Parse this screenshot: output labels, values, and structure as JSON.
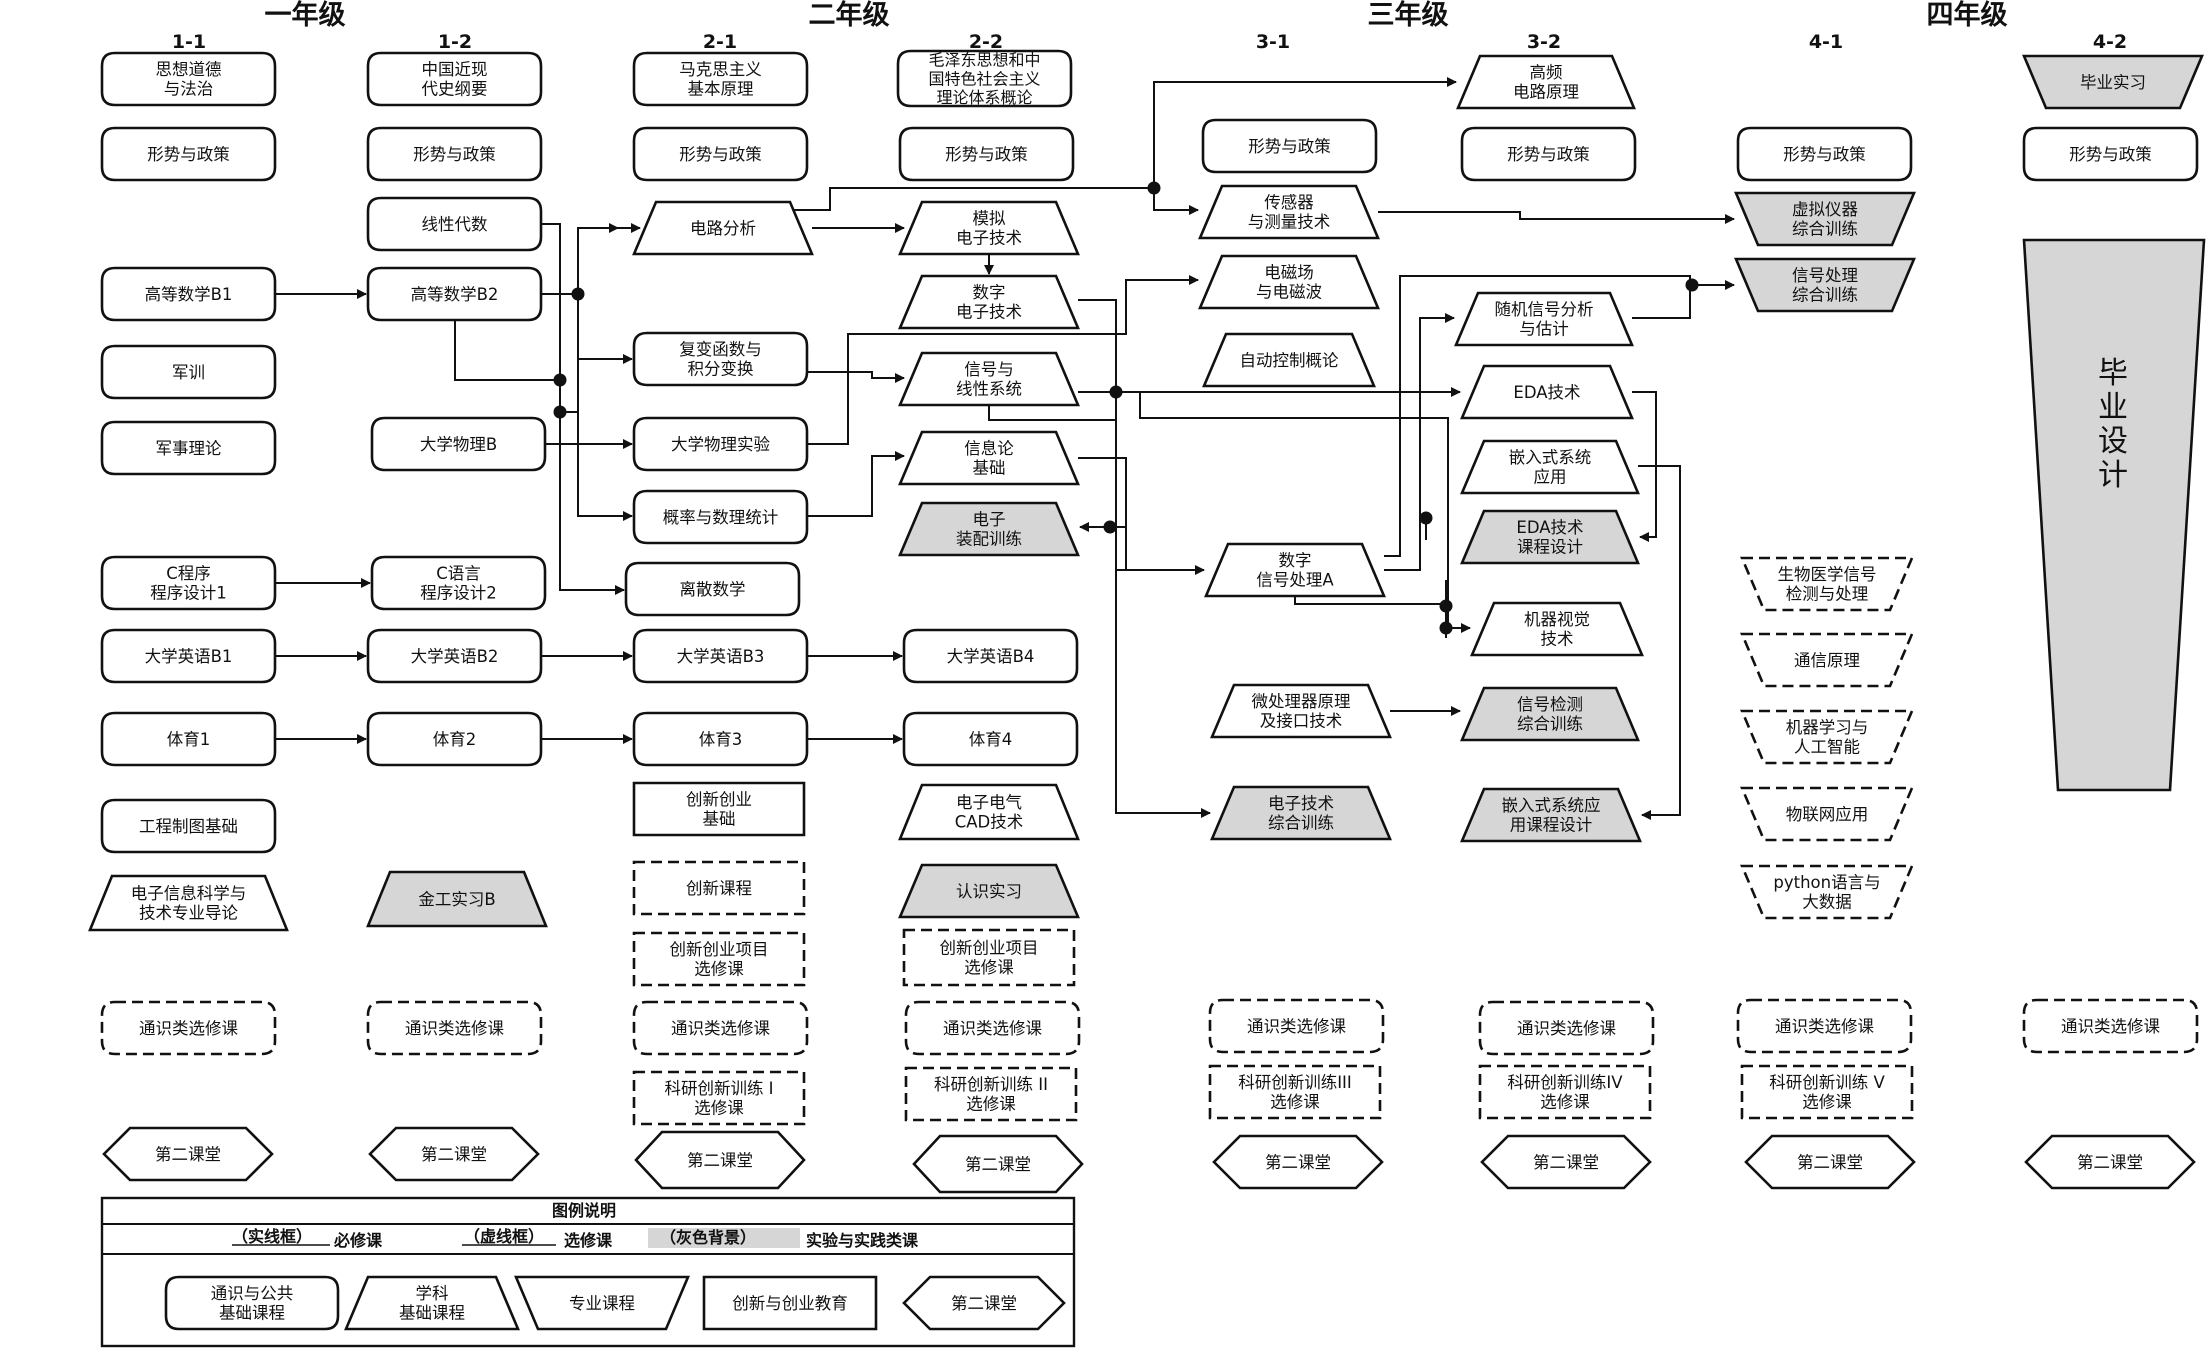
{
  "years": [
    "一年级",
    "二年级",
    "三年级",
    "四年级"
  ],
  "semesters": [
    "1-1",
    "1-2",
    "2-1",
    "2-2",
    "3-1",
    "3-2",
    "4-1",
    "4-2"
  ],
  "courses": {
    "c1_1": "思想道德\n与法治",
    "c1_2": "形势与政策",
    "c1_3": "高等数学B1",
    "c1_4": "军训",
    "c1_5": "军事理论",
    "c1_6": "C程序\n程序设计1",
    "c1_7": "大学英语B1",
    "c1_8": "体育1",
    "c1_9": "工程制图基础",
    "c1_10": "电子信息科学与\n技术专业导论",
    "c1_11": "通识类选修课",
    "c1_12": "第二课堂",
    "c2_1": "中国近现\n代史纲要",
    "c2_2": "形势与政策",
    "c2_3": "线性代数",
    "c2_4": "高等数学B2",
    "c2_5": "大学物理B",
    "c2_6": "C语言\n程序设计2",
    "c2_7": "大学英语B2",
    "c2_8": "体育2",
    "c2_9": "金工实习B",
    "c2_10": "通识类选修课",
    "c2_11": "第二课堂",
    "c3_1": "马克思主义\n基本原理",
    "c3_2": "形势与政策",
    "c3_3": "电路分析",
    "c3_4": "复变函数与\n积分变换",
    "c3_5": "大学物理实验",
    "c3_6": "概率与数理统计",
    "c3_7": "离散数学",
    "c3_8": "大学英语B3",
    "c3_9": "体育3",
    "c3_10": "创新创业\n基础",
    "c3_11": "创新课程",
    "c3_12": "创新创业项目\n选修课",
    "c3_13": "通识类选修课",
    "c3_14": "科研创新训练 I\n选修课",
    "c3_15": "第二课堂",
    "c4_1": "毛泽东思想和中\n国特色社会主义\n理论体系概论",
    "c4_2": "形势与政策",
    "c4_3": "模拟\n电子技术",
    "c4_4": "数字\n电子技术",
    "c4_5": "信号与\n线性系统",
    "c4_6": "信息论\n基础",
    "c4_7": "电子\n装配训练",
    "c4_8": "大学英语B4",
    "c4_9": "体育4",
    "c4_10": "电子电气\nCAD技术",
    "c4_11": "认识实习",
    "c4_12": "创新创业项目\n选修课",
    "c4_13": "通识类选修课",
    "c4_14": "科研创新训练 II\n选修课",
    "c4_15": "第二课堂",
    "c5_1": "形势与政策",
    "c5_2": "传感器\n与测量技术",
    "c5_3": "电磁场\n与电磁波",
    "c5_4": "自动控制概论",
    "c5_5": "数字\n信号处理A",
    "c5_6": "微处理器原理\n及接口技术",
    "c5_7": "电子技术\n综合训练",
    "c5_8": "通识类选修课",
    "c5_9": "科研创新训练III\n选修课",
    "c5_10": "第二课堂",
    "c6_1": "高频\n电路原理",
    "c6_2": "形势与政策",
    "c6_3": "随机信号分析\n与估计",
    "c6_4": "EDA技术",
    "c6_5": "嵌入式系统\n应用",
    "c6_6": "EDA技术\n课程设计",
    "c6_7": "机器视觉\n技术",
    "c6_8": "信号检测\n综合训练",
    "c6_9": "嵌入式系统应\n用课程设计",
    "c6_10": "通识类选修课",
    "c6_11": "科研创新训练IV\n选修课",
    "c6_12": "第二课堂",
    "c7_1": "形势与政策",
    "c7_2": "虚拟仪器\n综合训练",
    "c7_3": "信号处理\n综合训练",
    "c7_4": "生物医学信号\n检测与处理",
    "c7_5": "通信原理",
    "c7_6": "机器学习与\n人工智能",
    "c7_7": "物联网应用",
    "c7_8": "python语言与\n大数据",
    "c7_9": "通识类选修课",
    "c7_10": "科研创新训练 V\n选修课",
    "c7_11": "第二课堂",
    "c8_1": "毕业实习",
    "c8_2": "形势与政策",
    "c8_3": "毕\n业\n设\n计",
    "c8_4": "通识类选修课",
    "c8_5": "第二课堂"
  },
  "legend": {
    "title": "图例说明",
    "solid": "（实线框）",
    "required": "必修课",
    "dashed": "（虚线框）",
    "elective": "选修课",
    "gray": "（灰色背景）",
    "practice": "实验与实践类课",
    "general": "通识与公共\n基础课程",
    "subject": "学科\n基础课程",
    "major": "专业课程",
    "innovation": "创新与创业教育",
    "second": "第二课堂"
  },
  "colors": {
    "line": "#111111",
    "gray_fill": "#d6d6d6",
    "white_fill": "#ffffff"
  }
}
